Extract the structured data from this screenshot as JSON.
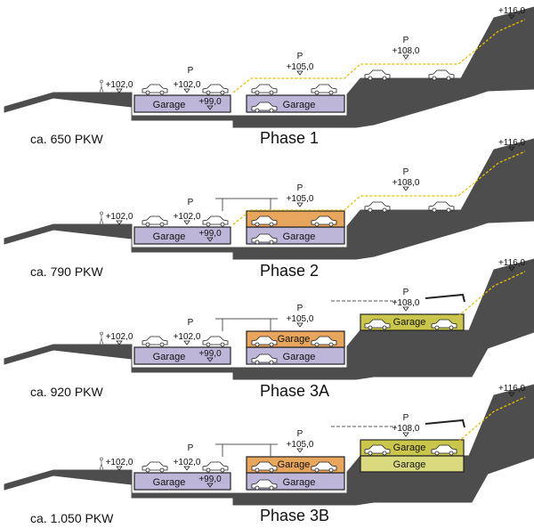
{
  "colors": {
    "ground": "#4d4d4d",
    "garage_purple": "#bdb6d9",
    "garage_orange": "#e8a55c",
    "garage_olive": "#c9c64b",
    "garage_olive_light": "#d9da7e",
    "dashed_line": "#e6c000"
  },
  "labels": {
    "garage": "Garage",
    "parking": "P",
    "elev_102": "+102,0",
    "elev_99": "+99,0",
    "elev_105": "+105,0",
    "elev_108": "+108,0",
    "elev_116": "+116,0"
  },
  "phases": [
    {
      "name": "Phase 1",
      "capacity": "ca. 650 PKW"
    },
    {
      "name": "Phase 2",
      "capacity": "ca. 790 PKW"
    },
    {
      "name": "Phase 3A",
      "capacity": "ca. 920 PKW"
    },
    {
      "name": "Phase 3B",
      "capacity": "ca. 1.050 PKW"
    }
  ]
}
